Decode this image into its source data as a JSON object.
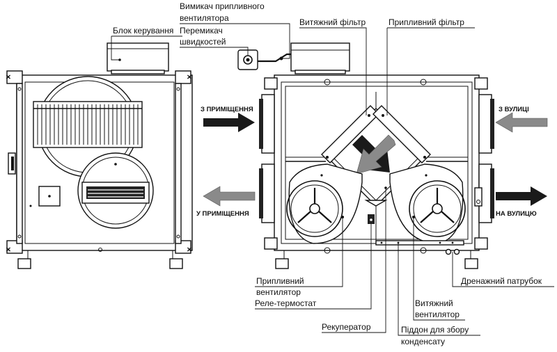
{
  "labels": {
    "control_block": "Блок керування",
    "supply_fan_switch_1": "Вимикач припливного",
    "supply_fan_switch_2": "вентилятора",
    "speed_switch_1": "Перемикач",
    "speed_switch_2": "швидкостей",
    "exhaust_filter": "Витяжний фільтр",
    "supply_filter": "Припливний фільтр",
    "supply_fan_1": "Припливний",
    "supply_fan_2": "вентилятор",
    "thermostat_relay": "Реле-термостат",
    "recuperator": "Рекуператор",
    "exhaust_fan_1": "Витяжний",
    "exhaust_fan_2": "вентилятор",
    "drain_pipe": "Дренажний патрубок",
    "condensate_tray_1": "Піддон для збору",
    "condensate_tray_2": "конденсату"
  },
  "flows": {
    "from_room": "З ПРИМІЩЕННЯ",
    "to_room": "У ПРИМІЩЕННЯ",
    "from_street": "З ВУЛИЦІ",
    "to_street": "НА ВУЛИЦЮ"
  },
  "colors": {
    "line": "#111111",
    "arrow_dark": "#1a1a1a",
    "arrow_gray": "#8a8a8a"
  }
}
